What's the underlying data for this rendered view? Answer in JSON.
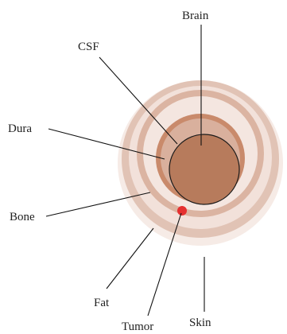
{
  "labels": {
    "brain": "Brain",
    "csf": "CSF",
    "dura": "Dura",
    "bone": "Bone",
    "fat": "Fat",
    "tumor": "Tumor",
    "skin": "Skin"
  },
  "colors": {
    "outer_halo": "#f6ebe6",
    "skin_ring": "#e1c3b5",
    "fat_ring": "#f2e1da",
    "bone_ring": "#dbb4a2",
    "bone_inner": "#f4e6e0",
    "dura_ring": "#c98a6b",
    "csf_layer": "#d9b09d",
    "brain": "#b77b5c",
    "tumor": "#e53030"
  }
}
